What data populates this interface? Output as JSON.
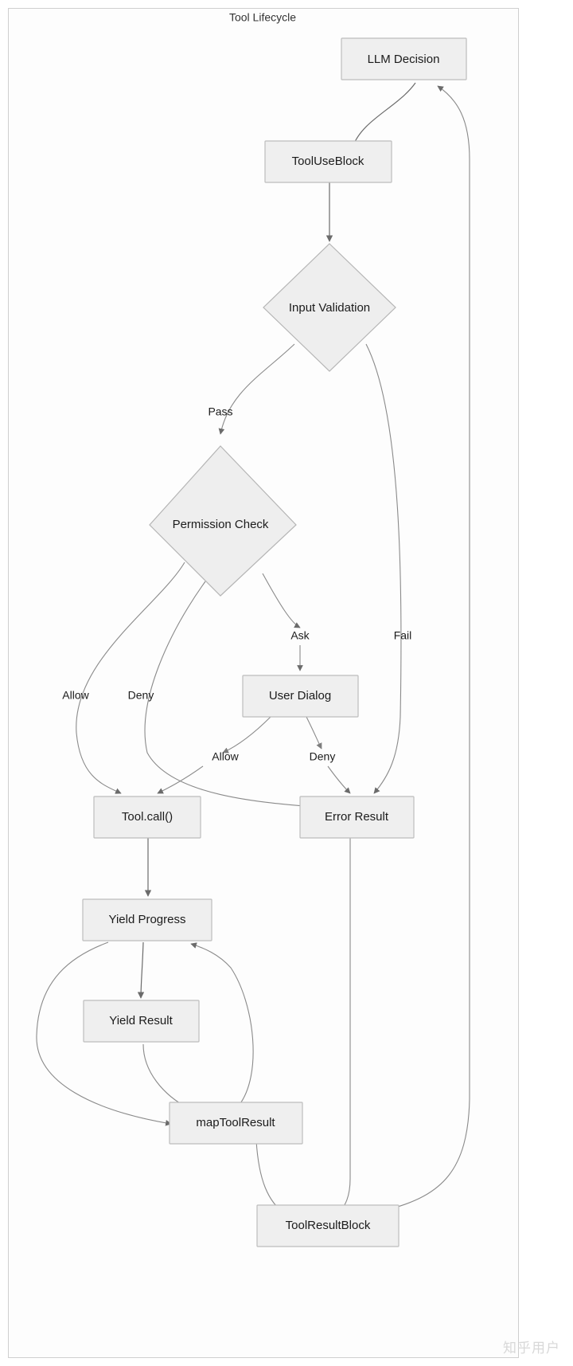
{
  "diagram": {
    "title": "Tool Lifecycle",
    "type": "flowchart",
    "direction": "top-down",
    "colors": {
      "node_fill": "#efefef",
      "node_stroke": "#bdbdbd",
      "edge_stroke": "#6b6b6b",
      "canvas": "#ffffff",
      "frame_stroke": "#cfcfcf",
      "text": "#1b1b1b"
    },
    "nodes": [
      {
        "id": "llm_decision",
        "label": "LLM Decision",
        "shape": "rect"
      },
      {
        "id": "tool_use_block",
        "label": "ToolUseBlock",
        "shape": "rect"
      },
      {
        "id": "input_validation",
        "label": "Input Validation",
        "shape": "diamond"
      },
      {
        "id": "permission_check",
        "label": "Permission Check",
        "shape": "diamond"
      },
      {
        "id": "user_dialog",
        "label": "User Dialog",
        "shape": "rect"
      },
      {
        "id": "tool_call",
        "label": "Tool.call()",
        "shape": "rect"
      },
      {
        "id": "error_result",
        "label": "Error Result",
        "shape": "rect"
      },
      {
        "id": "yield_progress",
        "label": "Yield Progress",
        "shape": "rect"
      },
      {
        "id": "yield_result",
        "label": "Yield Result",
        "shape": "rect"
      },
      {
        "id": "map_tool_result",
        "label": "mapToolResult",
        "shape": "rect"
      },
      {
        "id": "tool_result_block",
        "label": "ToolResultBlock",
        "shape": "rect"
      }
    ],
    "edges": [
      {
        "from": "llm_decision",
        "to": "tool_use_block",
        "label": ""
      },
      {
        "from": "tool_use_block",
        "to": "input_validation",
        "label": ""
      },
      {
        "from": "input_validation",
        "to": "permission_check",
        "label": "Pass"
      },
      {
        "from": "input_validation",
        "to": "error_result",
        "label": "Fail"
      },
      {
        "from": "permission_check",
        "to": "tool_call",
        "label": "Allow"
      },
      {
        "from": "permission_check",
        "to": "error_result",
        "label": "Deny"
      },
      {
        "from": "permission_check",
        "to": "user_dialog",
        "label": "Ask"
      },
      {
        "from": "user_dialog",
        "to": "tool_call",
        "label": "Allow"
      },
      {
        "from": "user_dialog",
        "to": "error_result",
        "label": "Deny"
      },
      {
        "from": "tool_call",
        "to": "yield_progress",
        "label": ""
      },
      {
        "from": "yield_progress",
        "to": "yield_result",
        "label": ""
      },
      {
        "from": "yield_progress",
        "to": "map_tool_result",
        "label": ""
      },
      {
        "from": "yield_result",
        "to": "map_tool_result",
        "label": ""
      },
      {
        "from": "map_tool_result",
        "to": "yield_progress",
        "label": ""
      },
      {
        "from": "map_tool_result",
        "to": "tool_result_block",
        "label": ""
      },
      {
        "from": "error_result",
        "to": "tool_result_block",
        "label": ""
      },
      {
        "from": "tool_result_block",
        "to": "llm_decision",
        "label": ""
      }
    ],
    "edge_labels": {
      "pass": "Pass",
      "fail": "Fail",
      "allow_perm": "Allow",
      "deny_perm": "Deny",
      "ask": "Ask",
      "allow_dialog": "Allow",
      "deny_dialog": "Deny"
    }
  },
  "watermark": {
    "text": "知乎用户"
  }
}
